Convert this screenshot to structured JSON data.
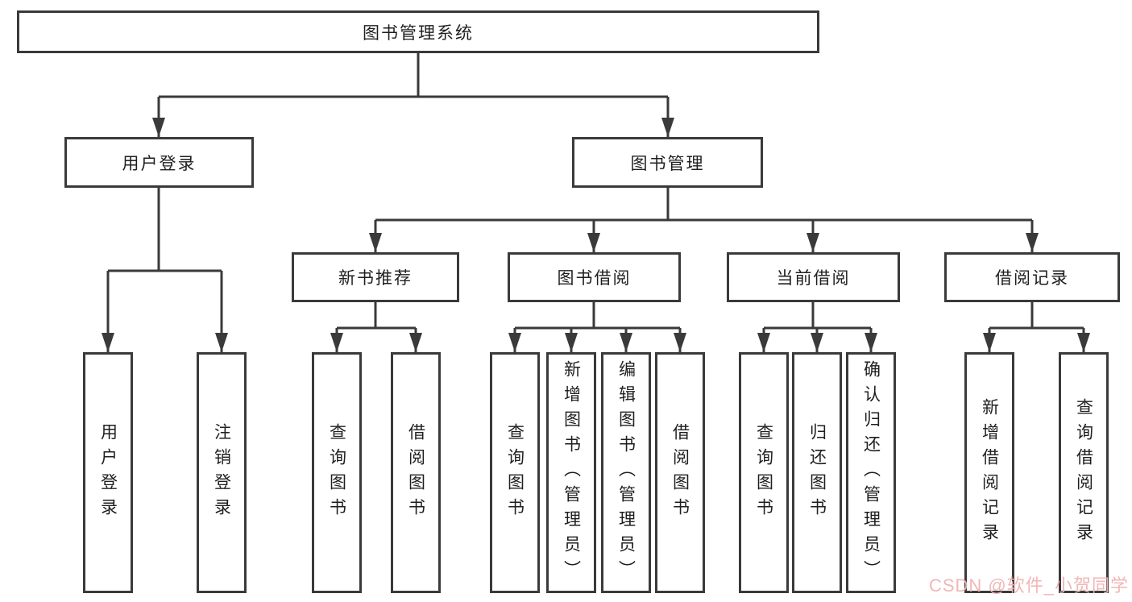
{
  "diagram": {
    "root_label": "图书管理系统",
    "branches": [
      {
        "label": "用户登录",
        "children": [
          {
            "label": "用户登录"
          },
          {
            "label": "注销登录"
          }
        ]
      },
      {
        "label": "图书管理",
        "children": [
          {
            "label": "新书推荐",
            "children": [
              {
                "label": "查询图书"
              },
              {
                "label": "借阅图书"
              }
            ]
          },
          {
            "label": "图书借阅",
            "children": [
              {
                "label": "查询图书"
              },
              {
                "label": "新增图书（管理员）"
              },
              {
                "label": "编辑图书（管理员）"
              },
              {
                "label": "借阅图书"
              }
            ]
          },
          {
            "label": "当前借阅",
            "children": [
              {
                "label": "查询图书"
              },
              {
                "label": "归还图书"
              },
              {
                "label": "确认归还（管理员）"
              }
            ]
          },
          {
            "label": "借阅记录",
            "children": [
              {
                "label": "新增借阅记录"
              },
              {
                "label": "查询借阅记录"
              }
            ]
          }
        ]
      }
    ],
    "line_color": "#3a3a3a",
    "text_color": "#1f1f1f",
    "background_color": "#ffffff"
  },
  "watermark": {
    "text": "CSDN @软件_小贺同学",
    "color": "#f1b3b3"
  }
}
